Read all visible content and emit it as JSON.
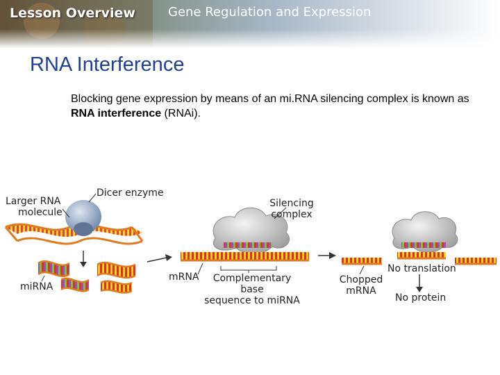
{
  "header": {
    "lesson_label": "Lesson Overview",
    "unit_title": "Gene Regulation and Expression"
  },
  "slide": {
    "title": "RNA Interference",
    "body_prefix": "Blocking gene expression by means of an mi.RNA silencing complex is known as ",
    "body_bold": "RNA interference",
    "body_suffix": " (RNAi)."
  },
  "diagram": {
    "labels": {
      "larger_rna_line1": "Larger RNA",
      "larger_rna_line2": "molecule",
      "dicer": "Dicer enzyme",
      "mirna": "miRNA",
      "silencing_line1": "Silencing",
      "silencing_line2": "complex",
      "mrna": "mRNA",
      "complementary_line1": "Complementary base",
      "complementary_line2": "sequence to miRNA",
      "chopped_line1": "Chopped",
      "chopped_line2": "mRNA",
      "no_translation": "No translation",
      "no_protein": "No protein"
    }
  },
  "colors": {
    "title": "#1f3f98",
    "header_bg": "#6b7d6a",
    "strand_red": "#d9342b",
    "strand_yellow": "#f2d21a",
    "strand_green": "#7ec23a",
    "strand_purple": "#9b4fb8",
    "dicer": "#8fa6c4",
    "silencing_complex": "#c9c9c9"
  }
}
